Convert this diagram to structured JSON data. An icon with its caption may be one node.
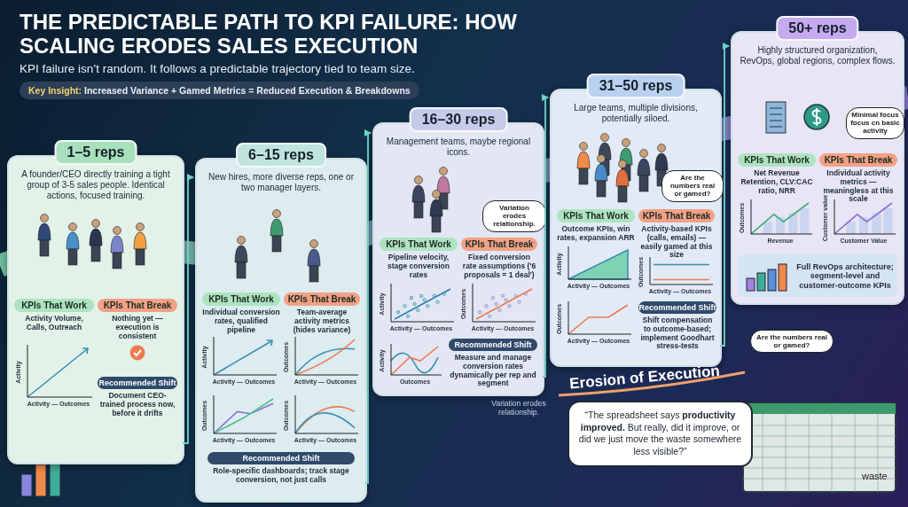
{
  "diagram": {
    "title": "THE PREDICTABLE PATH TO KPI FAILURE: HOW SCALING ERODES SALES EXECUTION",
    "nodes": [
      {
        "text": [
          "1–5 reps",
          "A founder/CEO directly training a tight group of 3-5 sales people. Identical actions, focused training."
        ]
      },
      {
        "text": [
          "KPIs That Work",
          "Activity Volume, Calls, Outreach"
        ],
        "in": 0
      },
      {
        "text": [
          "KPIs That Break",
          "Nothing yet — execution is consistent"
        ],
        "in": 0
      },
      {
        "text": [
          "Recommended Shift",
          "Document CEO-trained process now, before it drifts"
        ],
        "in": 0
      },
      {
        "text": [
          "6–15 reps",
          "New hires, more diverse reps, one or two manager layers."
        ]
      },
      {
        "text": [
          "KPIs That Work",
          "Individual conversion rates, qualified pipeline"
        ],
        "in": 4
      },
      {
        "text": [
          "KPIs That Break",
          "Team-average activity metrics (hides variance)"
        ],
        "in": 4
      },
      {
        "text": [
          "Recommended Shift",
          "Role-specific dashboards; track stage conversion, not just calls"
        ],
        "in": 4
      },
      {
        "text": [
          "16–30 reps",
          "Management teams, maybe regional icons."
        ]
      },
      {
        "text": [
          "Variation erodes relationship."
        ],
        "in": 8
      },
      {
        "text": [
          "KPIs That Work",
          "Pipeline velocity, stage conversion rates"
        ],
        "in": 8
      },
      {
        "text": [
          "KPIs That Break",
          "Fixed conversion rate assumptions ('6 proposals = 1 deal')"
        ],
        "in": 8
      },
      {
        "text": [
          "Recommended Shift",
          "Measure and manage conversion rates dynamically per rep and segment"
        ],
        "in": 8
      },
      {
        "text": [
          "31–50 reps",
          "Large teams, multiple divisions, potentially siloed."
        ]
      },
      {
        "text": [
          "Are the numbers real or gamed?"
        ],
        "in": 13
      },
      {
        "text": [
          "KPIs That Work",
          "Outcome KPIs, win rates, expansion ARR"
        ],
        "in": 13
      },
      {
        "text": [
          "KPIs That Break",
          "Activity-based KPIs (calls, emails) — easily gamed at this size"
        ],
        "in": 13
      },
      {
        "text": [
          "Recommended Shift",
          "Shift compensation to outcome-based; implement Goodhart stress-tests"
        ],
        "in": 13
      },
      {
        "text": [
          "50+ reps",
          "Highly structured organization, RevOps, global regions, complex flows."
        ]
      },
      {
        "text": [
          "Minimal focus focus cn basic activity"
        ],
        "in": 18
      },
      {
        "text": [
          "KPIs That Work",
          "Net Revenue Retention, CLV:CAC ratio, NRR"
        ],
        "in": 18
      },
      {
        "text": [
          "KPIs That Break",
          "Individual activity metrics — meaningless at this scale"
        ],
        "in": 18
      },
      {
        "text": [
          "Full RevOps architecture; segment-level and customer-outcome KPIs"
        ],
        "in": 18
      },
      {
        "text": [
          "Are the numbers real or gamed?"
        ]
      },
      {
        "text": [
          "“The spreadsheet says **productivity improved.** But really, did it improve, or did we just move the waste somewhere less visible?”"
        ]
      }
    ],
    "edges": [
      {
        "from": 0,
        "to": 4,
        "arrow": "to"
      },
      {
        "from": 4,
        "to": 8,
        "arrow": "to"
      },
      {
        "from": 8,
        "to": 13,
        "arrow": "to"
      },
      {
        "from": 13,
        "to": 18,
        "arrow": "to"
      }
    ],
    "labels": [
      "KPI failure isn’t random. It follows a predictable trajectory tied to team size.",
      "**Key Insight:** Increased Variance + Gamed Metrics = Reduced Execution & Breakdowns",
      "Activity",
      "Activity — Outcomes",
      "Activity",
      "Activity — Outcomes",
      "Outcomes",
      "Activity — Outcomes",
      "Outcomes",
      "Activity — Outcomes",
      "Outcomes",
      "Activity — Outcomes",
      "Activity",
      "Activity — Outcomes",
      "Outcomes",
      "Activity — Outcomes",
      "Activity",
      "Outcomes",
      "Activity",
      "Activity — Outcomes",
      "Outcomes",
      "Activity — Outcomes",
      "Outcomes",
      "Activity — Outcomes",
      "Outcomes",
      "Revenue",
      "Customer value",
      "Customer Value",
      "Variation erodes relationship.",
      "Erosion of Execution",
      "waste"
    ]
  }
}
